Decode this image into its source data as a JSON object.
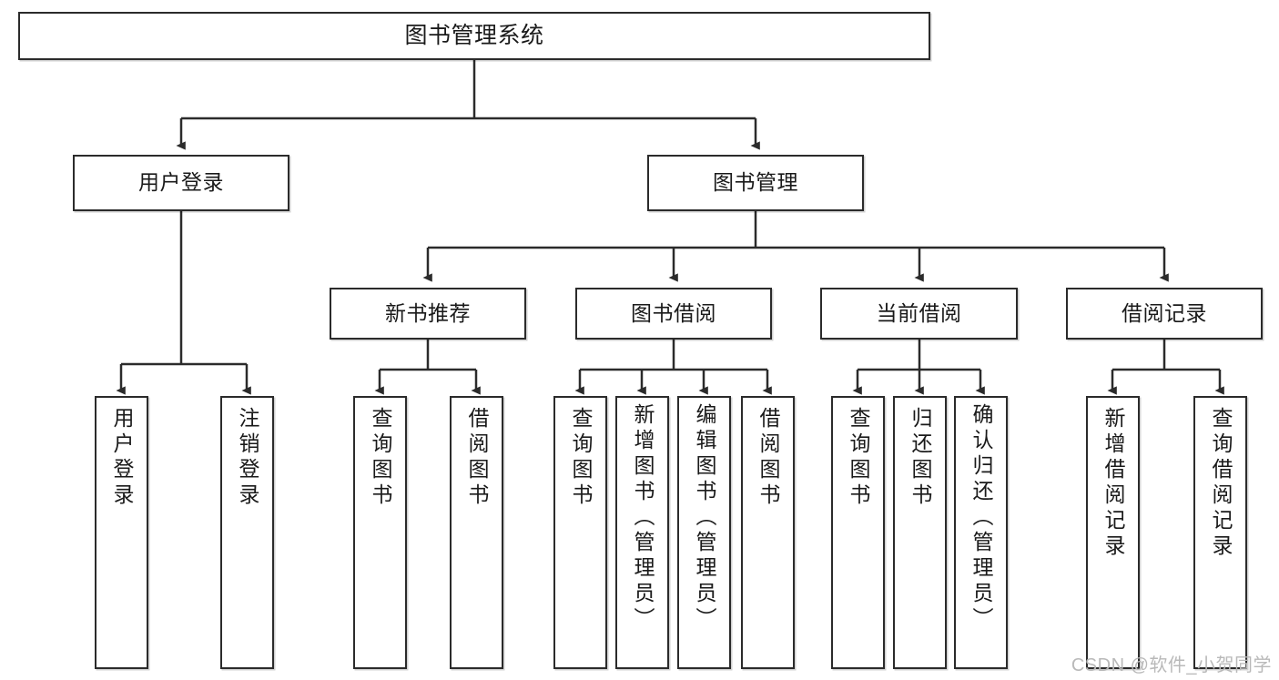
{
  "diagram": {
    "type": "tree-hierarchy-diagram",
    "title": "图书管理系统",
    "watermark": "CSDN @软件_小贺同学",
    "colors": {
      "box_border": "#2b2b2b",
      "box_fill": "#ffffff",
      "edge": "#2b2b2b",
      "text": "#1a1a1a",
      "watermark": "#b9b9b9"
    },
    "nodes": {
      "root": {
        "id": "root",
        "label": "图书管理系统",
        "level": 1
      },
      "lvl2": [
        {
          "id": "user-login",
          "label": "用户登录",
          "level": 2
        },
        {
          "id": "book-manage",
          "label": "图书管理",
          "level": 2
        }
      ],
      "lvl3": [
        {
          "id": "new-book-rec",
          "label": "新书推荐",
          "level": 3,
          "parent": "book-manage"
        },
        {
          "id": "book-borrow",
          "label": "图书借阅",
          "level": 3,
          "parent": "book-manage"
        },
        {
          "id": "current-borrow",
          "label": "当前借阅",
          "level": 3,
          "parent": "book-manage"
        },
        {
          "id": "borrow-record",
          "label": "借阅记录",
          "level": 3,
          "parent": "book-manage"
        }
      ],
      "leaves": [
        {
          "id": "leaf-user-login",
          "label": "用户登录",
          "parent": "user-login"
        },
        {
          "id": "leaf-logout",
          "label": "注销登录",
          "parent": "user-login"
        },
        {
          "id": "leaf-query-book-1",
          "label": "查询图书",
          "parent": "new-book-rec"
        },
        {
          "id": "leaf-borrow-book-1",
          "label": "借阅图书",
          "parent": "new-book-rec"
        },
        {
          "id": "leaf-query-book-2",
          "label": "查询图书",
          "parent": "book-borrow"
        },
        {
          "id": "leaf-add-book",
          "label": "新增图书（管理员）",
          "parent": "book-borrow"
        },
        {
          "id": "leaf-edit-book",
          "label": "编辑图书（管理员）",
          "parent": "book-borrow"
        },
        {
          "id": "leaf-borrow-book-2",
          "label": "借阅图书",
          "parent": "book-borrow"
        },
        {
          "id": "leaf-query-book-3",
          "label": "查询图书",
          "parent": "current-borrow"
        },
        {
          "id": "leaf-return-book",
          "label": "归还图书",
          "parent": "current-borrow"
        },
        {
          "id": "leaf-confirm-return",
          "label": "确认归还（管理员）",
          "parent": "current-borrow"
        },
        {
          "id": "leaf-add-record",
          "label": "新增借阅记录",
          "parent": "borrow-record"
        },
        {
          "id": "leaf-query-record",
          "label": "查询借阅记录",
          "parent": "borrow-record"
        }
      ]
    }
  }
}
